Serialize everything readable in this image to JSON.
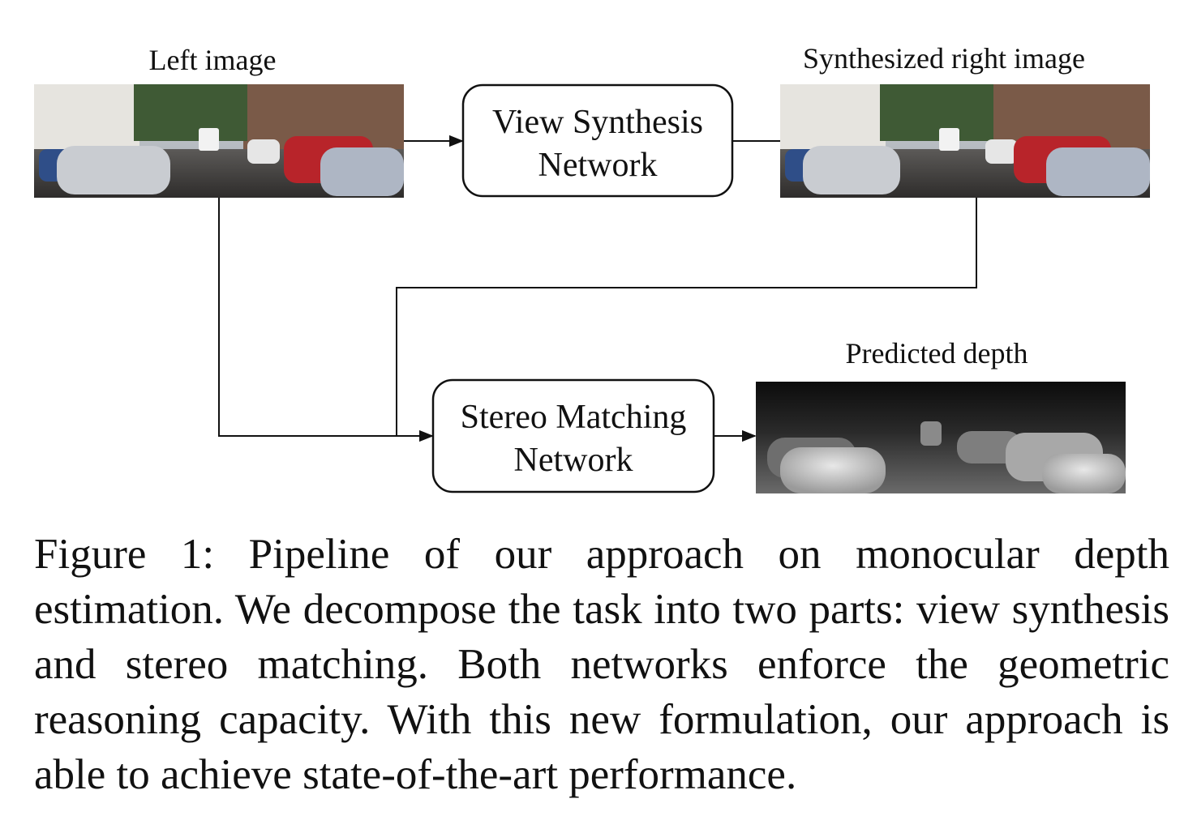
{
  "figure": {
    "left_image_label": "Left image",
    "synth_image_label": "Synthesized right image",
    "depth_label": "Predicted depth",
    "view_synthesis": {
      "line1": "View Synthesis",
      "line2": "Network"
    },
    "stereo_matching": {
      "line1": "Stereo Matching",
      "line2": "Network"
    }
  },
  "caption": {
    "text": "Figure 1: Pipeline of our approach on monocular depth estimation. We decompose the task into two parts: view synthesis and stereo matching. Both networks enforce the geometric reasoning capacity. With this new formulation, our approach is able to achieve state-of-the-art performance."
  }
}
